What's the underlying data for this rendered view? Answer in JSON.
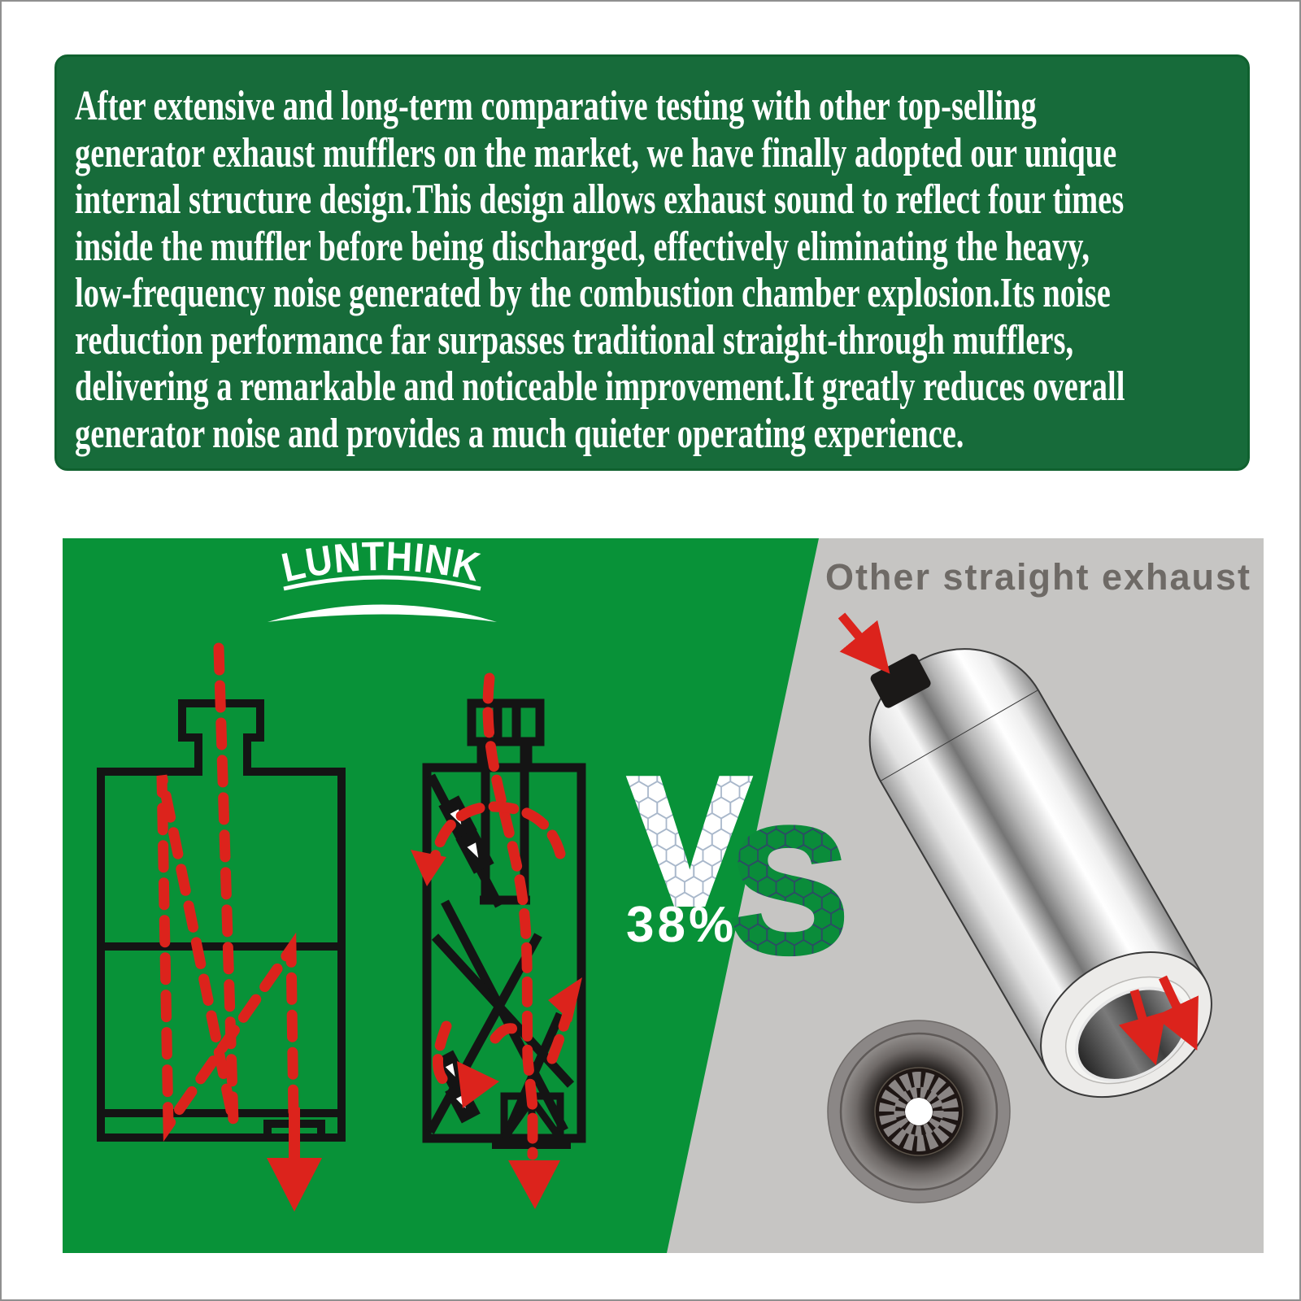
{
  "description_box": {
    "bg_color": "#176b3a",
    "text_color": "#ffffff",
    "lines": [
      "After extensive and long-term comparative testing with other top-selling",
      "generator exhaust mufflers on the market, we have finally adopted our unique",
      "internal structure design.This design allows exhaust sound to reflect four times",
      "inside the muffler before being discharged, effectively eliminating the heavy,",
      "low-frequency noise generated by the combustion chamber explosion.Its noise",
      "reduction performance far surpasses traditional straight-through mufflers,",
      "delivering a remarkable and noticeable improvement.It greatly reduces overall",
      "generator noise and provides a much quieter operating experience."
    ]
  },
  "comparison_panel": {
    "green_color": "#089238",
    "gray_color": "#c6c5c3",
    "red_accent": "#dc231c",
    "heading_color": "#6e6a66",
    "brand_logo": "LUNTHINK",
    "right_heading": "Other straight exhaust",
    "vs_v": "V",
    "vs_s": "S",
    "noise_reduction_percent": "38%"
  }
}
